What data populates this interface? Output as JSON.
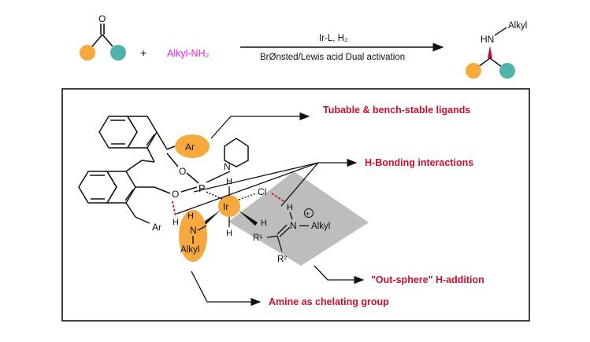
{
  "colors": {
    "orange": "#f5a93e",
    "teal": "#4fb3a9",
    "magenta": "#e61ee6",
    "red_label": "#c8102e",
    "gray_box": "#bdbdbd"
  },
  "reaction": {
    "reagent": "Alkyl-NH₂",
    "plus": "+",
    "carbonyl_O": "O",
    "conditions_top": "Ir-L, H₂",
    "conditions_bottom": "BrØnsted/Lewis acid Dual activation",
    "product_HN": "HN",
    "product_alkyl": "Alkyl"
  },
  "labels": {
    "ligands": "Tubable & bench-stable ligands",
    "hbond": "H-Bonding interactions",
    "outsphere": "\"Out-sphere\" H-addition",
    "amine": "Amine as chelating group"
  },
  "structure": {
    "Ar_top": "Ar",
    "Ar_bottom": "Ar",
    "O1": "O",
    "O2": "O",
    "P": "P",
    "N_pip": "N",
    "Ir": "Ir",
    "Cl": "Cl",
    "H_ir_top": "H",
    "H_ir_bottom": "H",
    "H_amine": "H",
    "N_amine": "N",
    "Alkyl_amine": "Alkyl",
    "H_left": "H",
    "H_iminium_N": "H",
    "N_iminium": "N",
    "plus_charge": "+",
    "Alkyl_iminium": "Alkyl",
    "H_iminium_C": "H",
    "R1": "R¹",
    "R2": "R²"
  }
}
